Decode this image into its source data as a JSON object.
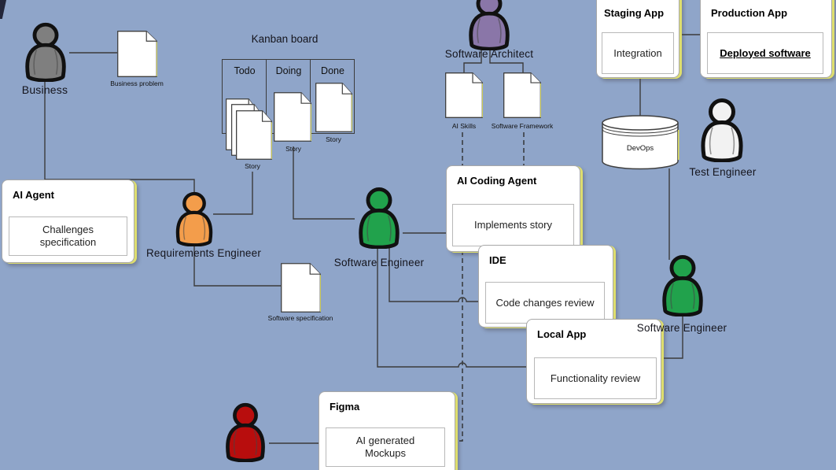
{
  "colors": {
    "background": "#8fa5c9",
    "line": "#3b3b3b",
    "shape_fill": "#ffffff",
    "shape_border": "#a8a8a8",
    "shadow_accent_yellow": "#dede6e"
  },
  "actors": [
    {
      "id": "business",
      "label": "Business",
      "color": "#7f7f7f"
    },
    {
      "id": "software-architect",
      "label": "Software Architect",
      "color": "#8a76a8"
    },
    {
      "id": "requirements-engineer",
      "label": "Requirements Engineer",
      "color": "#f39d4b"
    },
    {
      "id": "software-engineer-1",
      "label": "Software Engineer",
      "color": "#21a24c"
    },
    {
      "id": "test-engineer",
      "label": "Test Engineer",
      "color": "#f2f2f2"
    },
    {
      "id": "software-engineer-2",
      "label": "Software Engineer",
      "color": "#21a24c"
    },
    {
      "id": "designer",
      "color": "#b80d0d"
    }
  ],
  "documents": [
    {
      "id": "business-problem",
      "label": "Business problem"
    },
    {
      "id": "story-todo",
      "label": "Story"
    },
    {
      "id": "story-doing",
      "label": "Story"
    },
    {
      "id": "story-done",
      "label": "Story"
    },
    {
      "id": "ai-skills",
      "label": "AI Skills"
    },
    {
      "id": "software-framework",
      "label": "Software Framework"
    },
    {
      "id": "software-specification",
      "label": "Software specification"
    }
  ],
  "kanban": {
    "title": "Kanban board",
    "columns": [
      "Todo",
      "Doing",
      "Done"
    ]
  },
  "database": {
    "label": "DevOps"
  },
  "cards": [
    {
      "id": "ai-agent",
      "title": "AI Agent",
      "item": "Challenges specification"
    },
    {
      "id": "ai-coding-agent",
      "title": "AI Coding Agent",
      "item": "Implements story"
    },
    {
      "id": "ide",
      "title": "IDE",
      "item": "Code changes review"
    },
    {
      "id": "local-app",
      "title": "Local App",
      "item": "Functionality review"
    },
    {
      "id": "figma",
      "title": "Figma",
      "item": "AI generated Mockups"
    },
    {
      "id": "staging-app",
      "title": "Staging App",
      "item": "Integration"
    },
    {
      "id": "production-app",
      "title": "Production App",
      "item": "Deployed software"
    }
  ]
}
